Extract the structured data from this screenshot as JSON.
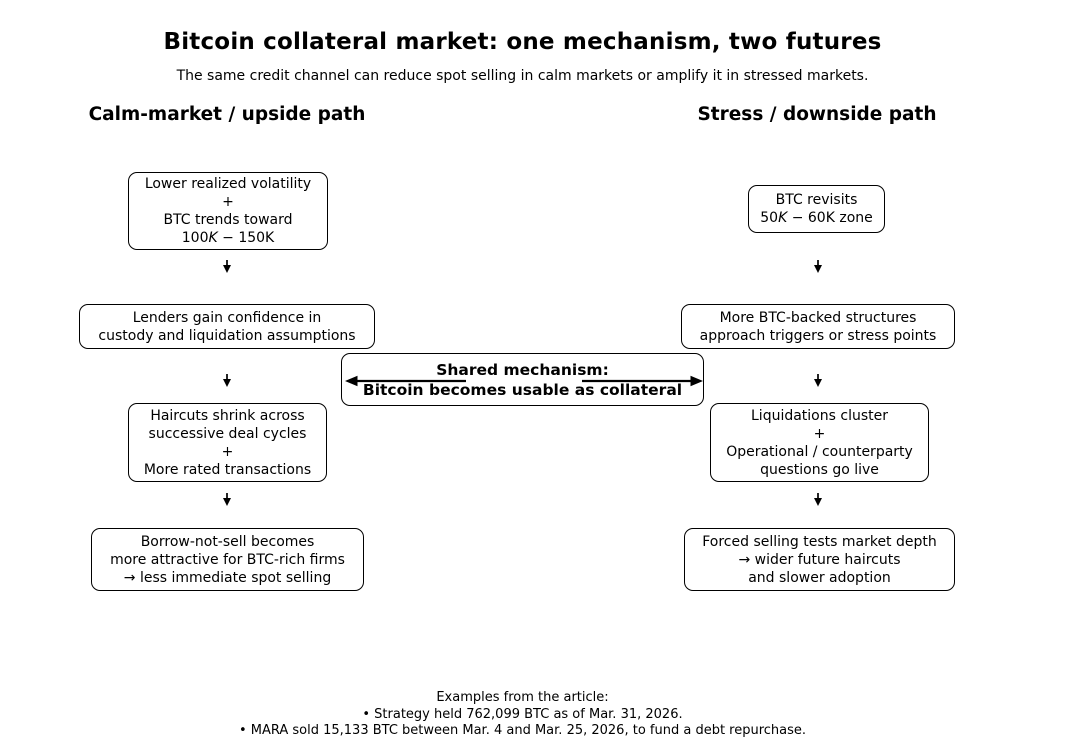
{
  "title": "Bitcoin collateral market: one mechanism, two futures",
  "subtitle": "The same credit channel can reduce spot selling in calm markets or amplify it in stressed markets.",
  "left": {
    "header": "Calm-market / upside path",
    "box1": {
      "line1": "Lower realized volatility",
      "line2": "+",
      "line3": "BTC trends toward",
      "math_pre": "100",
      "math_italic": "K",
      "math_post": " − 150K"
    },
    "box2": {
      "line1": "Lenders gain confidence in",
      "line2": "custody and liquidation assumptions"
    },
    "box3": {
      "line1": "Haircuts shrink across",
      "line2": "successive deal cycles",
      "line3": "+",
      "line4": "More rated transactions"
    },
    "box4": {
      "line1": "Borrow-not-sell becomes",
      "line2": "more attractive for BTC-rich firms",
      "line3": "→ less immediate spot selling"
    }
  },
  "right": {
    "header": "Stress / downside path",
    "box1": {
      "line1": "BTC revisits",
      "math_pre": "50",
      "math_italic": "K",
      "math_post": " − 60K zone"
    },
    "box2": {
      "line1": "More BTC-backed structures",
      "line2": "approach triggers or stress points"
    },
    "box3": {
      "line1": "Liquidations cluster",
      "line2": "+",
      "line3": "Operational / counterparty",
      "line4": "questions go live"
    },
    "box4": {
      "line1": "Forced selling tests market depth",
      "line2": "→ wider future haircuts",
      "line3": "and slower adoption"
    }
  },
  "shared": {
    "line1": "Shared mechanism:",
    "line2": "Bitcoin becomes usable as collateral"
  },
  "footer": {
    "line1": "Examples from the article:",
    "line2": "• Strategy held 762,099 BTC as of Mar. 31, 2026.",
    "line3": "• MARA sold 15,133 BTC between Mar. 4 and Mar. 25, 2026, to fund a debt repurchase."
  },
  "colors": {
    "ink": "#000000",
    "background": "#ffffff"
  }
}
